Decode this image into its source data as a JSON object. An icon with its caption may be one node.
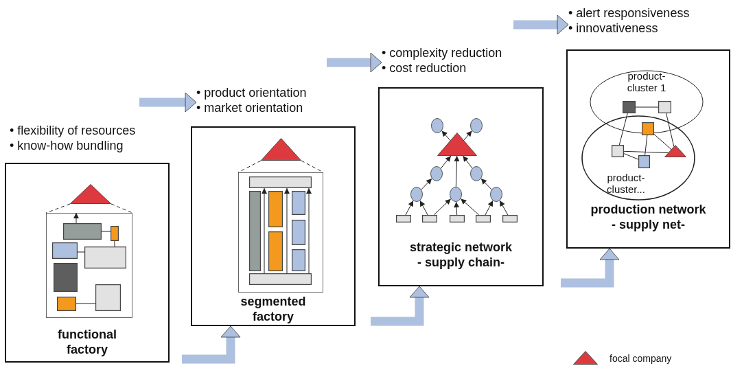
{
  "diagram": {
    "nodes": [
      {
        "text": [
          "functional factory"
        ]
      },
      {
        "text": [],
        "shape": "triangle",
        "in": 0
      },
      {
        "text": [],
        "shape": "box",
        "in": 0
      },
      {
        "text": [],
        "shape": "box",
        "in": 2
      },
      {
        "text": [],
        "shape": "box",
        "in": 2
      },
      {
        "text": [],
        "shape": "box",
        "in": 2
      },
      {
        "text": [],
        "shape": "box",
        "in": 2
      },
      {
        "text": [],
        "shape": "box",
        "in": 2
      },
      {
        "text": [],
        "shape": "box",
        "in": 2
      },
      {
        "text": [],
        "shape": "box",
        "in": 2
      },
      {
        "text": [
          "• product orientation",
          "• market orientation"
        ]
      },
      {
        "text": [
          "segmented factory"
        ]
      },
      {
        "text": [],
        "shape": "triangle",
        "in": 11
      },
      {
        "text": [],
        "shape": "box",
        "in": 11
      },
      {
        "text": [],
        "shape": "bar",
        "in": 13
      },
      {
        "text": [],
        "shape": "bar",
        "in": 13
      },
      {
        "text": [],
        "shape": "bar",
        "in": 13
      },
      {
        "text": [],
        "shape": "bar",
        "in": 13
      },
      {
        "text": [],
        "shape": "bar",
        "in": 13
      },
      {
        "text": [],
        "shape": "bar",
        "in": 13
      },
      {
        "text": [],
        "shape": "bar",
        "in": 13
      },
      {
        "text": [],
        "shape": "bar",
        "in": 13
      },
      {
        "text": [
          "• complexity reduction",
          "• cost reduction"
        ]
      },
      {
        "text": [
          "strategic network",
          "- supply chain-"
        ]
      },
      {
        "text": [],
        "shape": "circle",
        "in": 23
      },
      {
        "text": [],
        "shape": "circle",
        "in": 23
      },
      {
        "text": [],
        "shape": "triangle",
        "in": 23
      },
      {
        "text": [],
        "shape": "circle",
        "in": 23
      },
      {
        "text": [],
        "shape": "circle",
        "in": 23
      },
      {
        "text": [],
        "shape": "circle",
        "in": 23
      },
      {
        "text": [],
        "shape": "circle",
        "in": 23
      },
      {
        "text": [],
        "shape": "circle",
        "in": 23
      },
      {
        "text": [],
        "shape": "box",
        "in": 23
      },
      {
        "text": [],
        "shape": "box",
        "in": 23
      },
      {
        "text": [],
        "shape": "box",
        "in": 23
      },
      {
        "text": [],
        "shape": "box",
        "in": 23
      },
      {
        "text": [],
        "shape": "box",
        "in": 23
      },
      {
        "text": [
          "• alert responsiveness",
          "• innovativeness"
        ]
      },
      {
        "text": [
          "production network",
          "- supply net-"
        ]
      },
      {
        "text": [
          "product- cluster 1"
        ],
        "in": 38
      },
      {
        "text": [],
        "shape": "box",
        "in": 39
      },
      {
        "text": [],
        "shape": "box",
        "in": 39
      },
      {
        "text": [],
        "shape": "box",
        "in": 43
      },
      {
        "text": [
          "product- cluster..."
        ],
        "in": 38
      },
      {
        "text": [],
        "shape": "box",
        "in": 43
      },
      {
        "text": [],
        "shape": "box",
        "in": 43
      },
      {
        "text": [],
        "shape": "triangle",
        "in": 43
      }
    ],
    "edges": [
      {
        "from": 3,
        "to": 4,
        "arrow": "none"
      },
      {
        "from": 4,
        "to": 6,
        "arrow": "none"
      },
      {
        "from": 5,
        "to": 6,
        "arrow": "none"
      },
      {
        "from": 8,
        "to": 9,
        "arrow": "none"
      },
      {
        "from": 3,
        "to": 2,
        "arrow": "to"
      },
      {
        "from": 1,
        "to": 2,
        "arrow": "none",
        "style": "dashed"
      },
      {
        "from": 1,
        "to": 2,
        "arrow": "none",
        "style": "dashed"
      },
      {
        "from": 21,
        "to": 14,
        "arrow": "to"
      },
      {
        "from": 21,
        "to": 14,
        "arrow": "to"
      },
      {
        "from": 21,
        "to": 14,
        "arrow": "to"
      },
      {
        "from": 12,
        "to": 13,
        "arrow": "none",
        "style": "dashed"
      },
      {
        "from": 12,
        "to": 13,
        "arrow": "none",
        "style": "dashed"
      },
      {
        "from": null,
        "to": 10,
        "arrow": "to",
        "style": "thick",
        "color": "#adc0e0"
      },
      {
        "from": null,
        "to": 11,
        "arrow": "to",
        "style": "thick",
        "color": "#adc0e0"
      },
      {
        "from": 26,
        "to": 24,
        "arrow": "to"
      },
      {
        "from": 26,
        "to": 25,
        "arrow": "to"
      },
      {
        "from": 27,
        "to": 26,
        "arrow": "to"
      },
      {
        "from": 30,
        "to": 26,
        "arrow": "to"
      },
      {
        "from": 28,
        "to": 26,
        "arrow": "to"
      },
      {
        "from": 29,
        "to": 27,
        "arrow": "to"
      },
      {
        "from": 31,
        "to": 28,
        "arrow": "to"
      },
      {
        "from": 32,
        "to": 29,
        "arrow": "to"
      },
      {
        "from": 33,
        "to": 29,
        "arrow": "to"
      },
      {
        "from": 33,
        "to": 30,
        "arrow": "to"
      },
      {
        "from": 34,
        "to": 30,
        "arrow": "to"
      },
      {
        "from": 35,
        "to": 30,
        "arrow": "to"
      },
      {
        "from": 35,
        "to": 31,
        "arrow": "to"
      },
      {
        "from": 36,
        "to": 31,
        "arrow": "to"
      },
      {
        "from": null,
        "to": 22,
        "arrow": "to",
        "style": "thick",
        "color": "#adc0e0"
      },
      {
        "from": null,
        "to": 23,
        "arrow": "to",
        "style": "thick",
        "color": "#adc0e0"
      },
      {
        "from": 40,
        "to": 41,
        "arrow": "none"
      },
      {
        "from": 40,
        "to": 44,
        "arrow": "none"
      },
      {
        "from": 41,
        "to": 46,
        "arrow": "none"
      },
      {
        "from": 42,
        "to": 45,
        "arrow": "none"
      },
      {
        "from": 42,
        "to": 46,
        "arrow": "none"
      },
      {
        "from": 44,
        "to": 46,
        "arrow": "none"
      },
      {
        "from": 44,
        "to": 45,
        "arrow": "none"
      },
      {
        "from": null,
        "to": 37,
        "arrow": "to",
        "style": "thick",
        "color": "#adc0e0"
      },
      {
        "from": null,
        "to": 38,
        "arrow": "to",
        "style": "thick",
        "color": "#adc0e0"
      }
    ],
    "labels": [
      "• flexibility of resources",
      "• know-how bundling"
    ],
    "legend": [
      {
        "text": "focal company"
      }
    ]
  }
}
